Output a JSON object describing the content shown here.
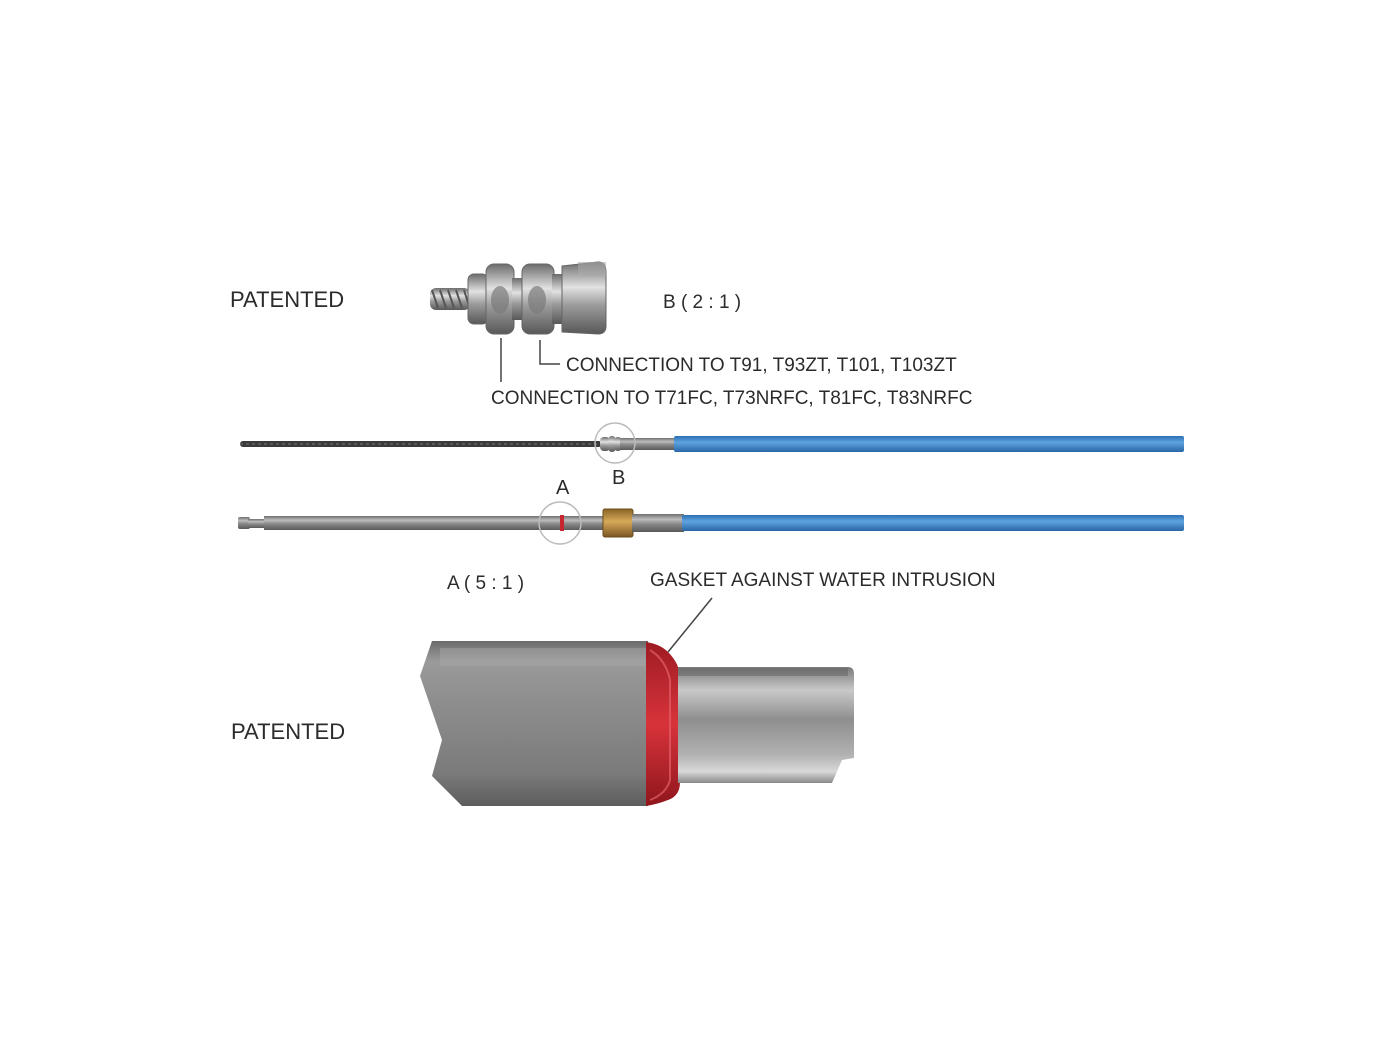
{
  "labels": {
    "patented_top": "PATENTED",
    "patented_bottom": "PATENTED",
    "detail_b": "B ( 2 : 1 )",
    "detail_a": "A ( 5 : 1 )",
    "connection_1": "CONNECTION TO T91, T93ZT, T101, T103ZT",
    "connection_2": "CONNECTION TO T71FC, T73NRFC, T81FC, T83NRFC",
    "gasket": "GASKET AGAINST WATER INTRUSION",
    "marker_a": "A",
    "marker_b": "B"
  },
  "colors": {
    "cable_sheath": "#3b82c9",
    "gasket": "#c8262e",
    "metal": "#8d8d8d",
    "brass": "#b8893a"
  }
}
